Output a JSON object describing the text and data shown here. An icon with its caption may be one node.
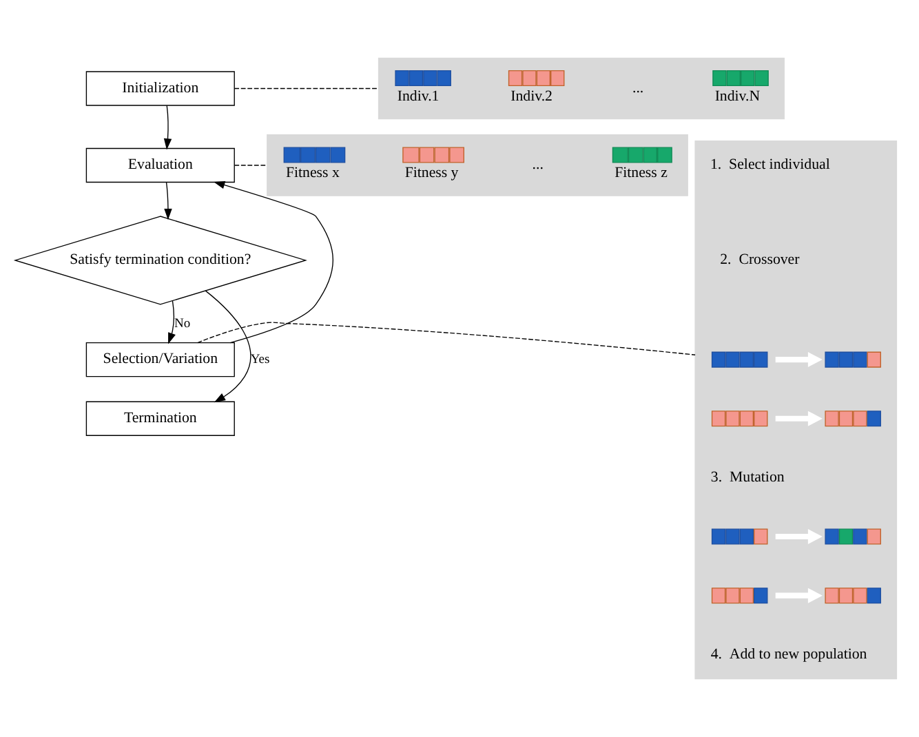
{
  "diagram": {
    "nodes": [
      {
        "text": [
          "Initialization"
        ]
      },
      {
        "text": [
          "Evaluation"
        ]
      },
      {
        "text": [
          "Satisfy termination condition?"
        ]
      },
      {
        "text": [
          "Selection/Variation"
        ]
      },
      {
        "text": [
          "Termination"
        ]
      },
      {
        "text": [],
        "shape": "box"
      },
      {
        "text": [
          "Indiv.1"
        ],
        "in": 5
      },
      {
        "text": [
          "Indiv.2"
        ],
        "in": 5
      },
      {
        "text": [
          "Indiv.N"
        ],
        "in": 5
      },
      {
        "text": [],
        "shape": "box"
      },
      {
        "text": [
          "Fitness x"
        ],
        "in": 9
      },
      {
        "text": [
          "Fitness y"
        ],
        "in": 9
      },
      {
        "text": [
          "Fitness z"
        ],
        "in": 9
      },
      {
        "text": [],
        "shape": "box"
      },
      {
        "text": [],
        "shape": "bar",
        "in": 13
      },
      {
        "text": [],
        "shape": "bar",
        "in": 13
      },
      {
        "text": [],
        "shape": "bar",
        "in": 13
      },
      {
        "text": [],
        "shape": "bar",
        "in": 13
      },
      {
        "text": [],
        "shape": "bar",
        "in": 13
      },
      {
        "text": [],
        "shape": "bar",
        "in": 13
      },
      {
        "text": [],
        "shape": "bar",
        "in": 13
      },
      {
        "text": [],
        "shape": "bar",
        "in": 13
      }
    ],
    "edges": [
      {
        "from": 0,
        "to": 1,
        "arrow": "to"
      },
      {
        "from": 1,
        "to": 2,
        "arrow": "to"
      },
      {
        "from": 2,
        "to": 3,
        "arrow": "to",
        "label": "No"
      },
      {
        "from": 2,
        "to": 4,
        "arrow": "to",
        "label": "Yes"
      },
      {
        "from": 3,
        "to": 1,
        "arrow": "to"
      },
      {
        "from": 0,
        "to": 5,
        "arrow": "none",
        "style": "dashed"
      },
      {
        "from": 1,
        "to": 9,
        "arrow": "none",
        "style": "dashed"
      },
      {
        "from": 3,
        "to": 13,
        "arrow": "none",
        "style": "dashed"
      },
      {
        "from": 14,
        "to": 16,
        "arrow": "to",
        "style": "thick",
        "color": "#ffffff"
      },
      {
        "from": 15,
        "to": 17,
        "arrow": "to",
        "style": "thick",
        "color": "#ffffff"
      },
      {
        "from": 18,
        "to": 20,
        "arrow": "to",
        "style": "thick",
        "color": "#ffffff"
      },
      {
        "from": 19,
        "to": 21,
        "arrow": "to",
        "style": "thick",
        "color": "#ffffff"
      }
    ],
    "labels": [
      "...",
      "...",
      "1.  Select individual",
      "2.  Crossover",
      "3.  Mutation",
      "4.  Add to new population"
    ]
  }
}
